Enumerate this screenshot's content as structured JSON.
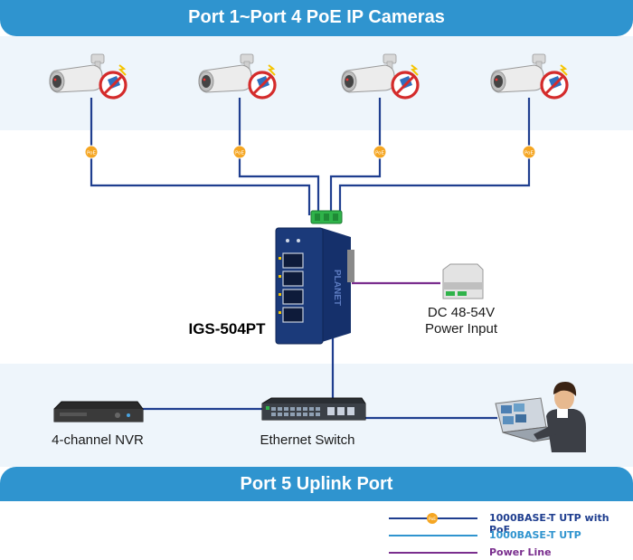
{
  "title": "Port 1~Port 4 PoE IP Cameras",
  "uplink_title": "Port 5 Uplink Port",
  "poe_badge": "PoE",
  "cameras": [
    {
      "name": "ip-camera-1"
    },
    {
      "name": "ip-camera-2"
    },
    {
      "name": "ip-camera-3"
    },
    {
      "name": "ip-camera-4"
    }
  ],
  "device": {
    "model": "IGS-504PT",
    "brand": "PLANET"
  },
  "power": {
    "line1": "DC 48-54V",
    "line2": "Power Input"
  },
  "nvr": {
    "label": "4-channel NVR"
  },
  "switch": {
    "label": "Ethernet Switch"
  },
  "legend": [
    {
      "text": "1000BASE-T UTP with PoE",
      "color": "#1f3e8f"
    },
    {
      "text": "1000BASE-T UTP",
      "color": "#2f94cf"
    },
    {
      "text": "Power Line",
      "color": "#7a2e8e"
    }
  ],
  "colors": {
    "banner": "#2f94cf",
    "band": "#eef5fb",
    "utp_poe": "#1f3e8f",
    "utp": "#2f94cf",
    "power_line": "#7a2e8e",
    "poe_badge": "#f5a623",
    "switch_body": "#1b3a7a"
  }
}
